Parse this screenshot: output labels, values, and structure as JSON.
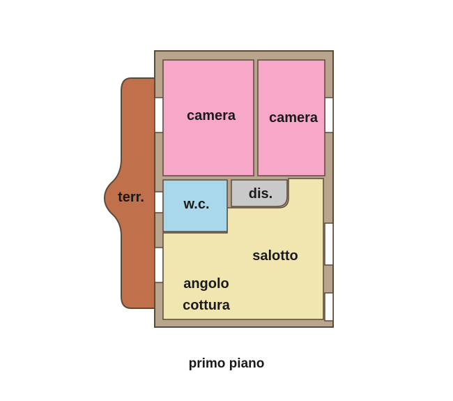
{
  "floor_title": "primo piano",
  "rooms": {
    "camera_left": {
      "label": "camera",
      "color": "#f7a8c8"
    },
    "camera_right": {
      "label": "camera",
      "color": "#f7a8c8"
    },
    "terrace": {
      "label": "terr.",
      "color": "#c0704a"
    },
    "wc": {
      "label": "w.c.",
      "color": "#a9d8ec"
    },
    "disimpegno": {
      "label": "dis.",
      "color": "#c9c9c9"
    },
    "salotto": {
      "label": "salotto",
      "color": "#f1e6b0"
    },
    "angolo_cottura": {
      "line1": "angolo",
      "line2": "cottura"
    }
  },
  "colors": {
    "wall": "#b9a58e",
    "outline": "#5a4a3a"
  }
}
